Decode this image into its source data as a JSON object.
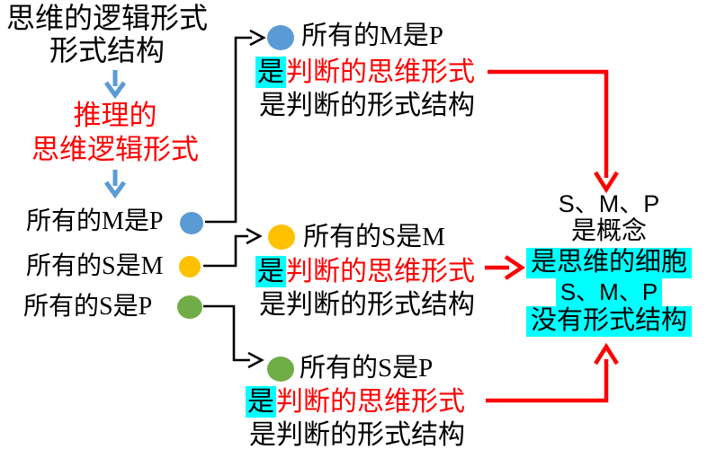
{
  "colors": {
    "background": "#FFFFFF",
    "text": "#000000",
    "red": "#FF0000",
    "highlight_cyan": "#00FFFF",
    "dot_blue": "#5B9BD5",
    "dot_yellow": "#FFC000",
    "dot_green": "#70AD47",
    "arrow_blue": "#5B9BD5",
    "line_black": "#000000"
  },
  "left_column": {
    "title_line1": "思维的逻辑形式",
    "title_line2": "形式结构",
    "derive_line1": "推理的",
    "derive_line2": "思维逻辑形式",
    "premises": [
      {
        "text": "所有的M是P",
        "dot": "blue"
      },
      {
        "text": "所有的S是M",
        "dot": "yellow"
      },
      {
        "text": "所有的S是P",
        "dot": "green"
      }
    ]
  },
  "statement_groups": [
    {
      "dot": "blue",
      "line1": "所有的M是P",
      "line2_highlight": "是",
      "line2_red": "判断的思维形式",
      "line3": "是判断的形式结构"
    },
    {
      "dot": "yellow",
      "line1": "所有的S是M",
      "line2_highlight": "是",
      "line2_red": "判断的思维形式",
      "line3": "是判断的形式结构"
    },
    {
      "dot": "green",
      "line1": "所有的S是P",
      "line2_highlight": "是",
      "line2_red": "判断的思维形式",
      "line3": "是判断的形式结构"
    }
  ],
  "conclusion": {
    "line1": "S、M、P",
    "line2": "是概念",
    "line3": "是思维的细胞",
    "line4": "S、M、P",
    "line5": "没有形式结构"
  }
}
